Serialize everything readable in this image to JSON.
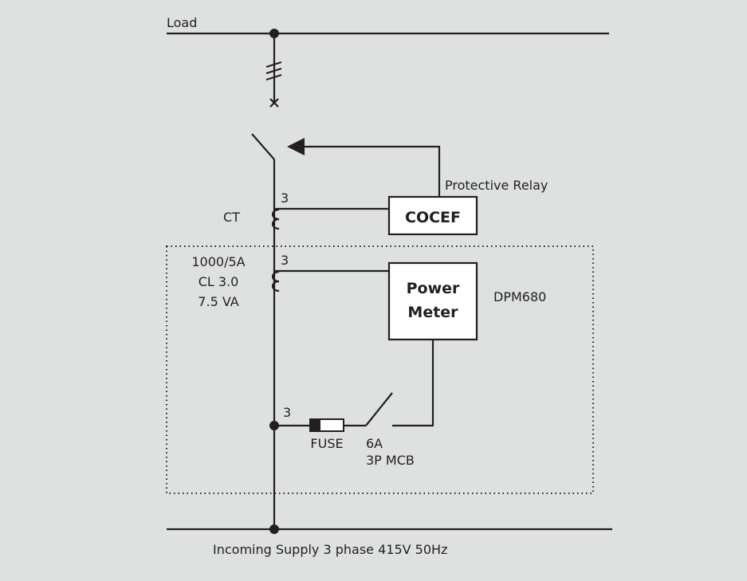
{
  "diagram": {
    "colors": {
      "background": "#dfe1e0",
      "ink": "#231f20",
      "box_fill": "#ffffff"
    },
    "load_bus": {
      "label": "Load"
    },
    "supply_bus": {
      "label": "Incoming Supply 3 phase 415V 50Hz"
    },
    "protection_ct": {
      "label": "CT",
      "phase_count": "3"
    },
    "relay": {
      "box_label": "COCEF",
      "caption": "Protective Relay"
    },
    "metering_ct": {
      "spec_lines": [
        "1000/5A",
        "CL 3.0",
        "7.5 VA"
      ],
      "phase_count": "3"
    },
    "meter": {
      "box_lines": [
        "Power",
        "Meter"
      ],
      "model": "DPM680"
    },
    "voltage_tap": {
      "phase_count": "3",
      "fuse_label": "FUSE",
      "mcb_lines": [
        "6A",
        "3P MCB"
      ]
    }
  }
}
